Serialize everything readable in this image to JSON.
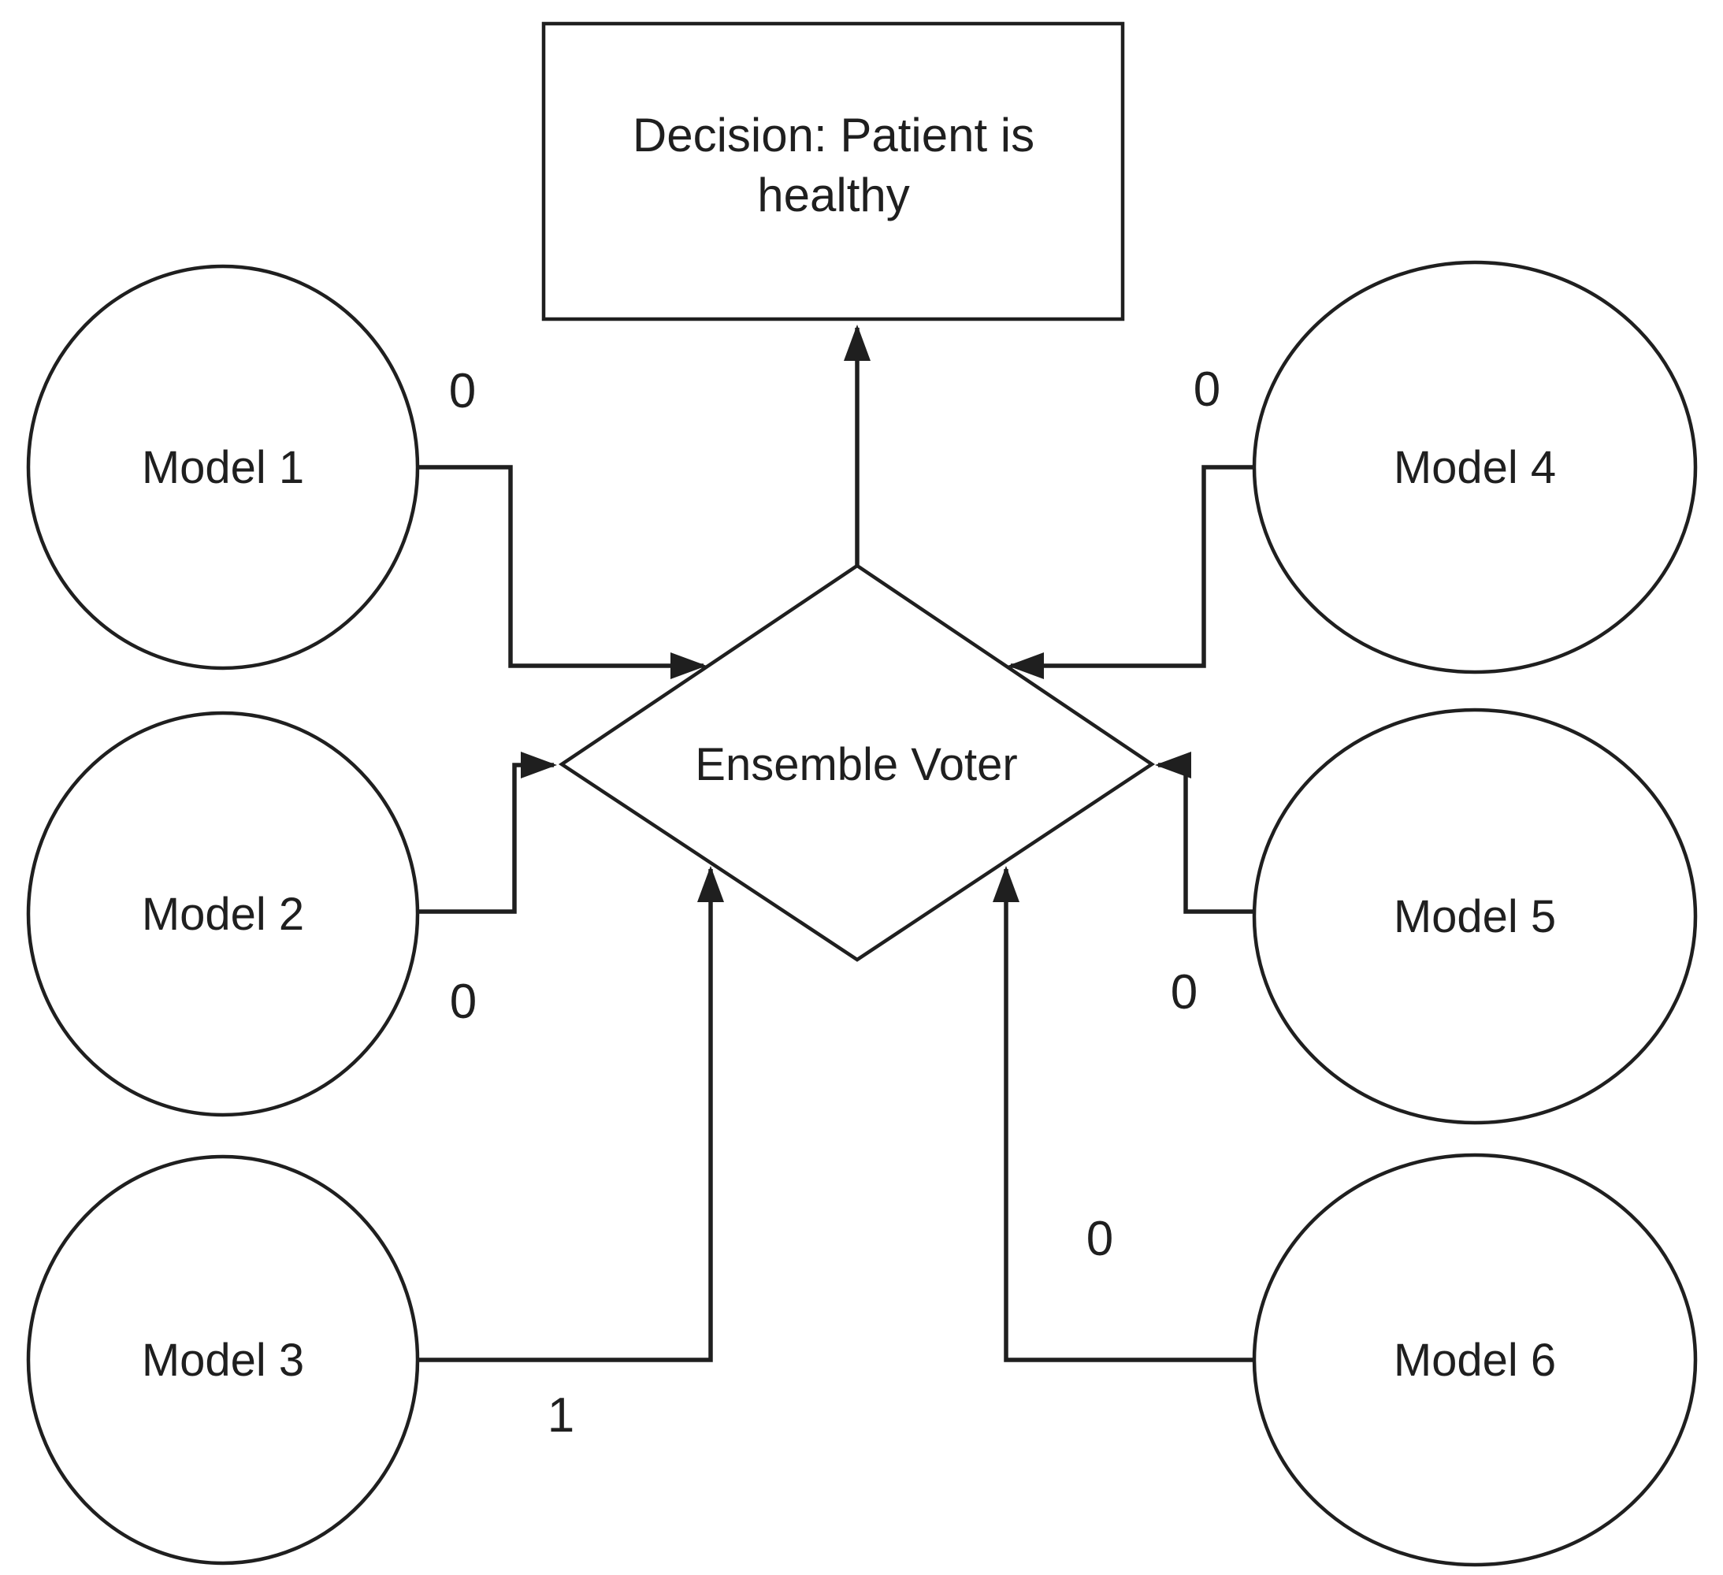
{
  "diagram": {
    "title_implicit": "Ensemble voting diagram",
    "decision_node": {
      "label_line1": "Decision: Patient is",
      "label_line2": "healthy"
    },
    "voter_node": {
      "label": "Ensemble Voter"
    },
    "models": [
      {
        "id": "model-1",
        "label": "Model 1",
        "vote": "0"
      },
      {
        "id": "model-2",
        "label": "Model 2",
        "vote": "0"
      },
      {
        "id": "model-3",
        "label": "Model 3",
        "vote": "1"
      },
      {
        "id": "model-4",
        "label": "Model 4",
        "vote": "0"
      },
      {
        "id": "model-5",
        "label": "Model 5",
        "vote": "0"
      },
      {
        "id": "model-6",
        "label": "Model 6",
        "vote": "0"
      }
    ],
    "colors": {
      "stroke": "#1f1f1f",
      "fill": "#ffffff",
      "background": "#ffffff"
    }
  }
}
